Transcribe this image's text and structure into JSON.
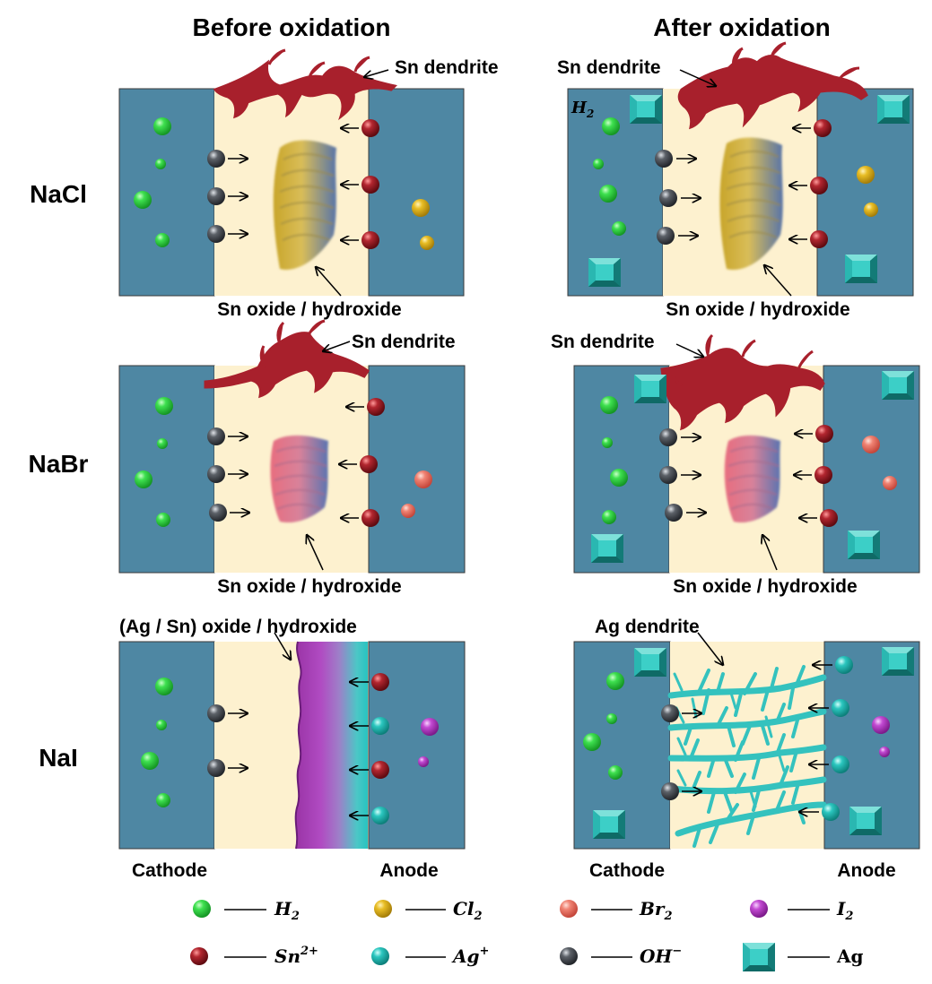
{
  "headers": {
    "before": "Before oxidation",
    "after": "After oxidation"
  },
  "rows": [
    {
      "label": "NaCl",
      "before": {
        "dendrite": "Sn dendrite",
        "oxide": "Sn oxide / hydroxide"
      },
      "after": {
        "dendrite": "Sn dendrite",
        "oxide": "Sn oxide / hydroxide",
        "gas": "H2"
      }
    },
    {
      "label": "NaBr",
      "before": {
        "dendrite": "Sn dendrite",
        "oxide": "Sn oxide / hydroxide"
      },
      "after": {
        "dendrite": "Sn dendrite",
        "oxide": "Sn oxide / hydroxide"
      }
    },
    {
      "label": "NaI",
      "before": {
        "oxide": "(Ag / Sn) oxide / hydroxide"
      },
      "after": {
        "dendrite": "Ag dendrite"
      }
    }
  ],
  "electrodes": {
    "cathode": "Cathode",
    "anode": "Anode"
  },
  "legend": [
    {
      "name": "H",
      "sub": "2",
      "sup": "",
      "color": "#2ecc40",
      "shape": "sphere"
    },
    {
      "name": "Cl",
      "sub": "2",
      "sup": "",
      "color": "#e5b81f",
      "shape": "sphere"
    },
    {
      "name": "Br",
      "sub": "2",
      "sup": "",
      "color": "#ef7f70",
      "shape": "sphere"
    },
    {
      "name": "I",
      "sub": "2",
      "sup": "",
      "color": "#b843c8",
      "shape": "sphere"
    },
    {
      "name": "Sn",
      "sub": "",
      "sup": "2+",
      "color": "#a3222c",
      "shape": "sphere"
    },
    {
      "name": "Ag",
      "sub": "",
      "sup": "+",
      "color": "#27c4bd",
      "shape": "sphere"
    },
    {
      "name": "OH",
      "sub": "",
      "sup": "−",
      "color": "#555a60",
      "shape": "sphere"
    },
    {
      "name": "Ag",
      "sub": "",
      "sup": "",
      "color": "#3bbfba",
      "shape": "cube"
    }
  ],
  "colors": {
    "electrode": "#4e87a3",
    "electrolyte": "#fdf1cf",
    "sn_dendrite": "#a8202c",
    "ag_dendrite": "#34c2be"
  }
}
